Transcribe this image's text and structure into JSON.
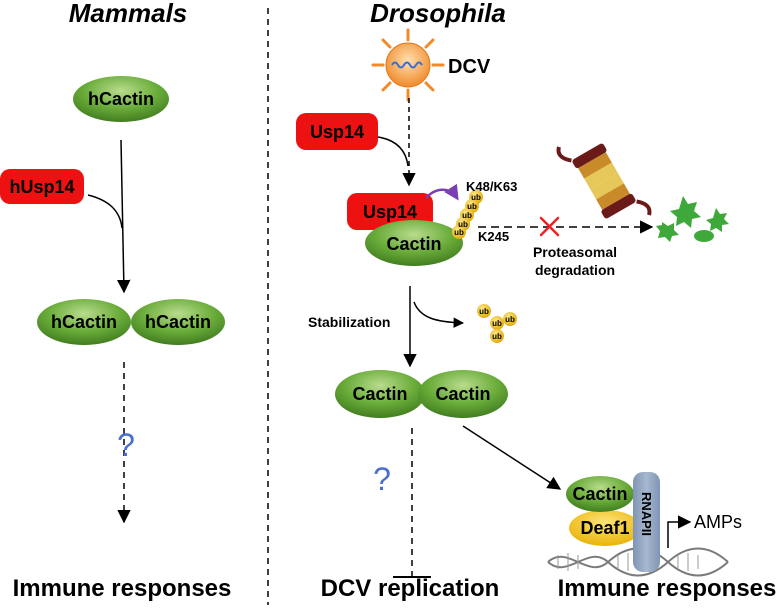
{
  "titles": {
    "left": "Mammals",
    "right": "Drosophila"
  },
  "left": {
    "hcactin_top": "hCactin",
    "husp14": "hUsp14",
    "hcactin_a": "hCactin",
    "hcactin_b": "hCactin",
    "question": "?",
    "outcome": "Immune responses"
  },
  "right": {
    "virus": "DCV",
    "usp14_top": "Usp14",
    "usp14_complex": "Usp14",
    "cactin_complex": "Cactin",
    "linkage": "K48/K63",
    "site": "K245",
    "ub": "ub",
    "proteasome_label_1": "Proteasomal",
    "proteasome_label_2": "degradation",
    "stabilization": "Stabilization",
    "cactin_a": "Cactin",
    "cactin_b": "Cactin",
    "question": "?",
    "outcome_replication": "DCV replication",
    "cactin_tf": "Cactin",
    "deaf1": "Deaf1",
    "rnapii": "RNAPII",
    "amps": "AMPs",
    "outcome_immune": "Immune responses"
  },
  "colors": {
    "cactin_green": "#5a9e2e",
    "usp14_red": "#ee1111",
    "ub_yellow": "#f2c01e",
    "question_blue": "#4a6fd0",
    "rnapii_blue": "#8ea3bf",
    "deaf1_yellow": "#f2c200",
    "block_x_red": "#ee2222",
    "fragment_green": "#3fa83a"
  }
}
